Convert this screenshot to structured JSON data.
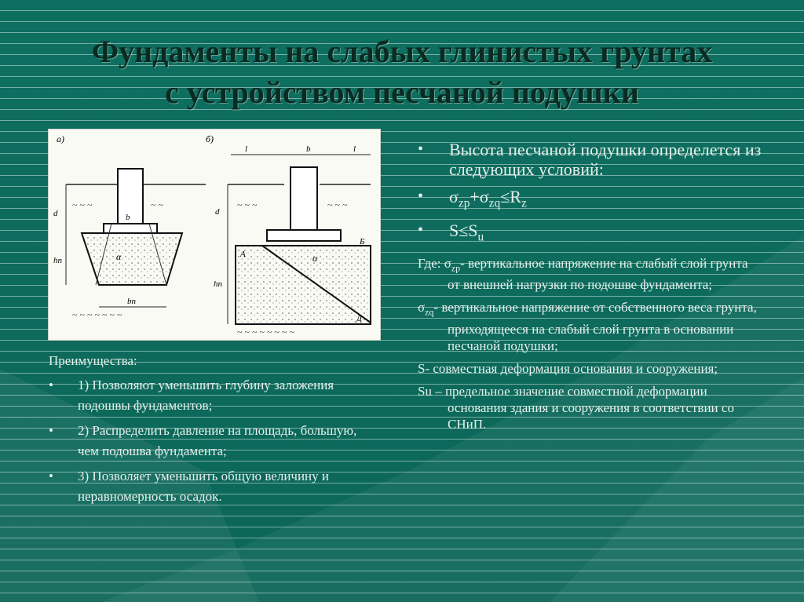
{
  "slide": {
    "title_line1": "Фундаменты на слабых глинистых грунтах",
    "title_line2": "с устройством песчаной подушки"
  },
  "figure": {
    "label_a": "а)",
    "label_b": "б)",
    "dims": {
      "l": "l",
      "b": "b",
      "d": "d",
      "hn": "hп",
      "bn": "bп",
      "alpha": "α",
      "A": "A",
      "B": "Б",
      "D": "Д"
    }
  },
  "advantages": {
    "heading": "Преимущества:",
    "items": [
      {
        "bullet": "•",
        "text": "1) Позволяют уменьшить глубину заложения подошвы фундаментов;"
      },
      {
        "bullet": "•",
        "text": "2) Распределить давление на площадь, большую, чем подошва фундамента;"
      },
      {
        "bullet": "•",
        "text": "3) Позволяет уменьшить общую величину и неравномерность осадок."
      }
    ]
  },
  "conditions": {
    "intro": "Высота песчаной подушки определется из следующих условий:",
    "formula1": {
      "s1": "σ",
      "sub1": "zp",
      "plus": "+σ",
      "sub2": "zq",
      "leq": "≤R",
      "sub3": "z"
    },
    "formula2": {
      "s": "S≤S",
      "sub": "u"
    },
    "bullet": "•"
  },
  "definitions": {
    "sigma_zp": {
      "prefix": "Где: σ",
      "sub": "zp",
      "text": "- вертикальное напряжение на слабый слой грунта от внешней нагрузки по подошве фундамента;"
    },
    "sigma_zq": {
      "prefix": "σ",
      "sub": "zq",
      "text": "- вертикальное напряжение от собственного веса грунта, приходящееся на слабый слой грунта в основании песчаной подушки;"
    },
    "S": {
      "text": "S- совместная деформация основания и сооружения;"
    },
    "Su": {
      "text": "Su – предельное значение совместной деформации основания здания и сооружения в соответствии со СНиП."
    }
  },
  "colors": {
    "background": "#0d6b5e",
    "title": "#0a2b22",
    "text": "#e6efec"
  }
}
